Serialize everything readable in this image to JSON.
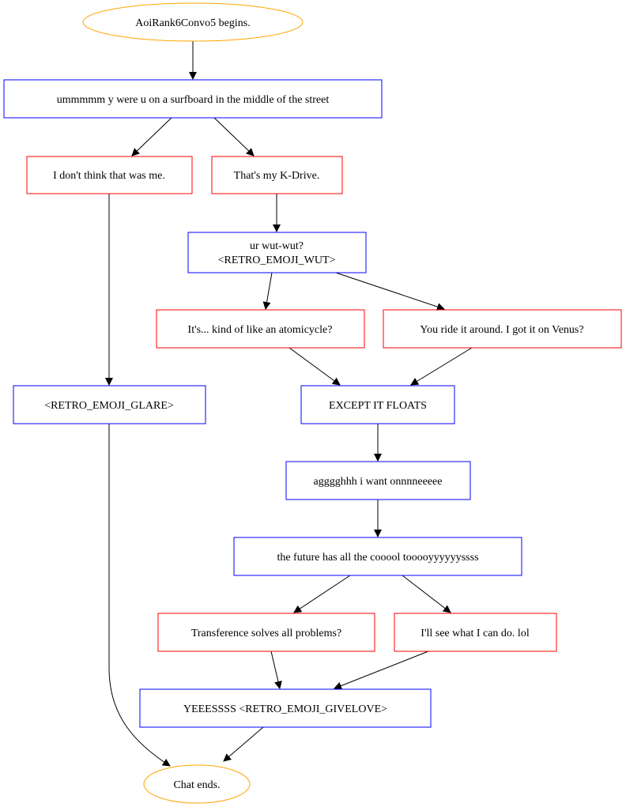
{
  "colors": {
    "terminal": "#ffa500",
    "npc_line": "#0000ff",
    "player_choice": "#ff0000",
    "edge": "#000000"
  },
  "nodes": {
    "start": {
      "label": "AoiRank6Convo5 begins.",
      "kind": "terminal"
    },
    "n1": {
      "label": "ummmmm y were u on a surfboard in the middle of the street",
      "kind": "npc_line"
    },
    "c1": {
      "label": "I don't think that was me.",
      "kind": "player_choice"
    },
    "c2": {
      "label": "That's my K-Drive.",
      "kind": "player_choice"
    },
    "n2": {
      "lines": [
        "ur wut-wut?",
        "<RETRO_EMOJI_WUT>"
      ],
      "kind": "npc_line"
    },
    "c3": {
      "label": "It's... kind of like an atomicycle?",
      "kind": "player_choice"
    },
    "c4": {
      "label": "You ride it around. I got it on Venus?",
      "kind": "player_choice"
    },
    "n3": {
      "label": "<RETRO_EMOJI_GLARE>",
      "kind": "npc_line"
    },
    "n4": {
      "label": "EXCEPT IT FLOATS",
      "kind": "npc_line"
    },
    "n5": {
      "label": "agggghhh i want onnnneeeee",
      "kind": "npc_line"
    },
    "n6": {
      "label": "the future has all the cooool tooooyyyyyyssss",
      "kind": "npc_line"
    },
    "c5": {
      "label": "Transference solves all problems?",
      "kind": "player_choice"
    },
    "c6": {
      "label": "I'll see what I can do. lol",
      "kind": "player_choice"
    },
    "n7": {
      "label": "YEEESSSS <RETRO_EMOJI_GIVELOVE>",
      "kind": "npc_line"
    },
    "end": {
      "label": "Chat ends.",
      "kind": "terminal"
    }
  },
  "edges": [
    [
      "start",
      "n1"
    ],
    [
      "n1",
      "c1"
    ],
    [
      "n1",
      "c2"
    ],
    [
      "c2",
      "n2"
    ],
    [
      "c1",
      "n3"
    ],
    [
      "n2",
      "c3"
    ],
    [
      "n2",
      "c4"
    ],
    [
      "c3",
      "n4"
    ],
    [
      "c4",
      "n4"
    ],
    [
      "n4",
      "n5"
    ],
    [
      "n5",
      "n6"
    ],
    [
      "n6",
      "c5"
    ],
    [
      "n6",
      "c6"
    ],
    [
      "c5",
      "n7"
    ],
    [
      "c6",
      "n7"
    ],
    [
      "n3",
      "end"
    ],
    [
      "n7",
      "end"
    ]
  ]
}
